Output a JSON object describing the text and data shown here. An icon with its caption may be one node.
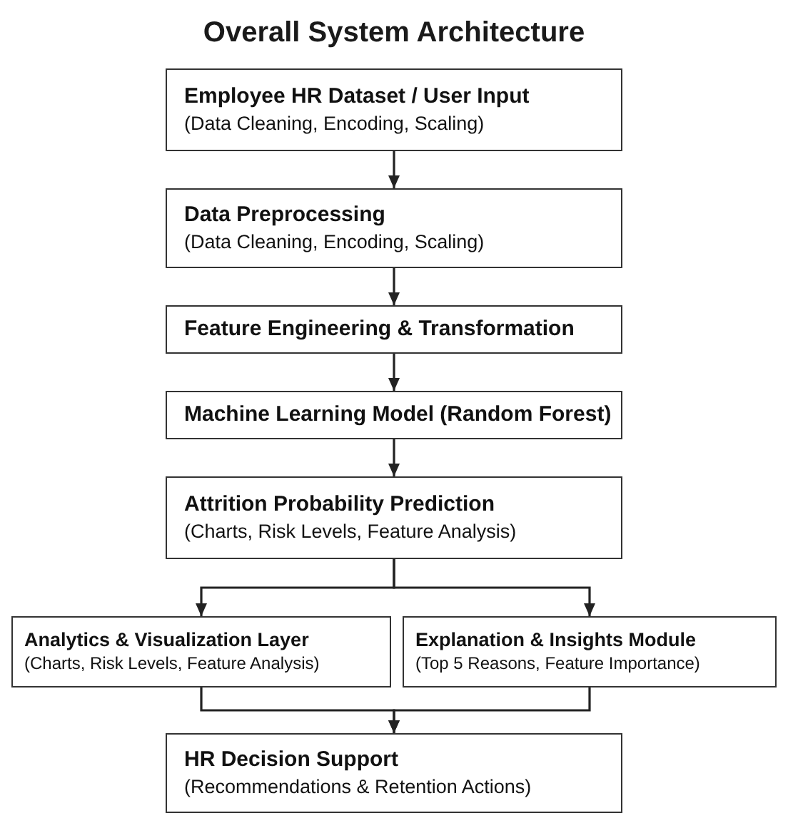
{
  "diagram": {
    "title": "Overall System Architecture",
    "nodes": [
      {
        "text": [
          "Employee HR Dataset / User Input",
          "(Data Cleaning, Encoding, Scaling)"
        ]
      },
      {
        "text": [
          "Data Preprocessing",
          "(Data Cleaning, Encoding, Scaling)"
        ]
      },
      {
        "text": [
          "Feature Engineering & Transformation"
        ]
      },
      {
        "text": [
          "Machine Learning Model (Random Forest)"
        ]
      },
      {
        "text": [
          "Attrition Probability Prediction",
          "(Charts, Risk Levels, Feature Analysis)"
        ]
      },
      {
        "text": [
          "Analytics & Visualization Layer",
          "(Charts, Risk Levels, Feature Analysis)"
        ]
      },
      {
        "text": [
          "Explanation & Insights Module",
          "(Top 5 Reasons, Feature Importance)"
        ]
      },
      {
        "text": [
          "HR Decision Support",
          "(Recommendations & Retention Actions)"
        ]
      }
    ],
    "edges": [
      {
        "from": 0,
        "to": 1,
        "arrow": "to"
      },
      {
        "from": 1,
        "to": 2,
        "arrow": "to"
      },
      {
        "from": 2,
        "to": 3,
        "arrow": "to"
      },
      {
        "from": 3,
        "to": 4,
        "arrow": "to"
      },
      {
        "from": 4,
        "to": 5,
        "arrow": "to"
      },
      {
        "from": 4,
        "to": 6,
        "arrow": "to"
      },
      {
        "from": 5,
        "to": 7,
        "arrow": "to"
      },
      {
        "from": 6,
        "to": 7,
        "arrow": "to"
      }
    ]
  }
}
